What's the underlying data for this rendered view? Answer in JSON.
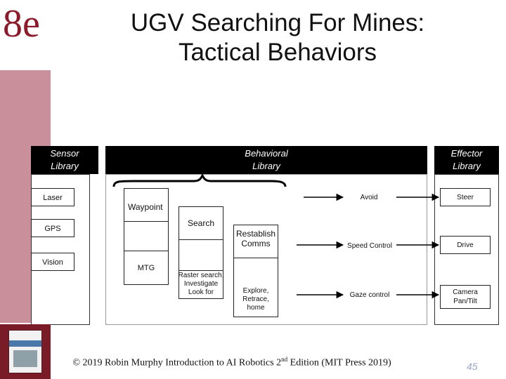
{
  "badge": "8e",
  "title_line1": "UGV Searching For Mines:",
  "title_line2": "Tactical Behaviors",
  "headers": {
    "sensor": "Sensor Library",
    "behavioral": "Behavioral Library",
    "effector": "Effector Library"
  },
  "sensors": [
    "Laser",
    "GPS",
    "Vision"
  ],
  "behaviors": {
    "waypoint": "Waypoint",
    "search": "Search",
    "restablish": "Restablish Comms",
    "mtg": "MTG",
    "raster": "Raster search, Investigate Look for",
    "explore": "Explore, Retrace, home",
    "avoid": "Avoid",
    "speed": "Speed Control",
    "gaze": "Gaze control"
  },
  "effectors": [
    "Steer",
    "Drive",
    "Camera Pan/Tilt"
  ],
  "footer": {
    "pre": "© 2019 Robin Murphy Introduction to AI Robotics 2",
    "sup": "nd",
    "post": " Edition (MIT Press 2019)"
  },
  "page_number": "45",
  "colors": {
    "sidebar": "#c9909b",
    "badge": "#8b1a2b",
    "page_number": "#9aa8c8"
  }
}
